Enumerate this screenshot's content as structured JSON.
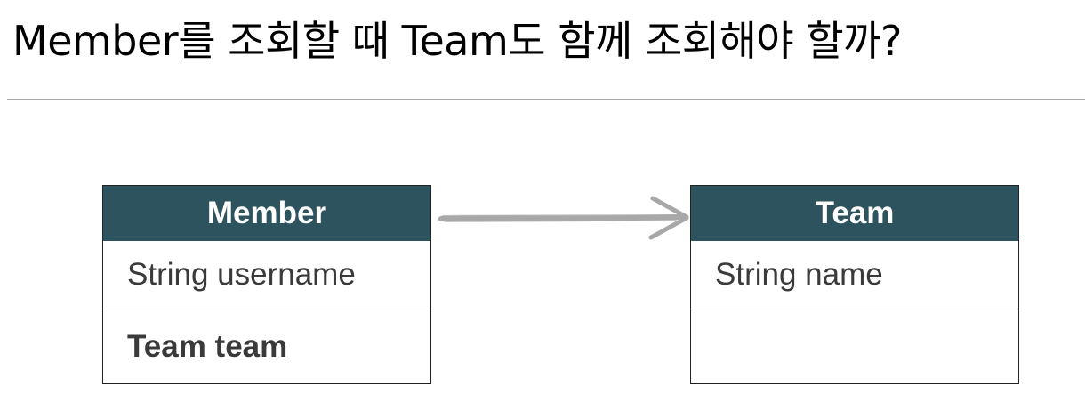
{
  "title": "Member를 조회할 때 Team도 함께 조회해야 할까?",
  "entities": [
    {
      "name": "Member",
      "fields": [
        "String username",
        "Team team"
      ]
    },
    {
      "name": "Team",
      "fields": [
        "String name",
        ""
      ]
    }
  ],
  "colors": {
    "header_bg": "#2d545e",
    "arrow": "#a8a8a8",
    "divider": "#a8a8a8"
  },
  "connector": {
    "from": "Member",
    "to": "Team",
    "style": "hand-drawn-arrow"
  }
}
